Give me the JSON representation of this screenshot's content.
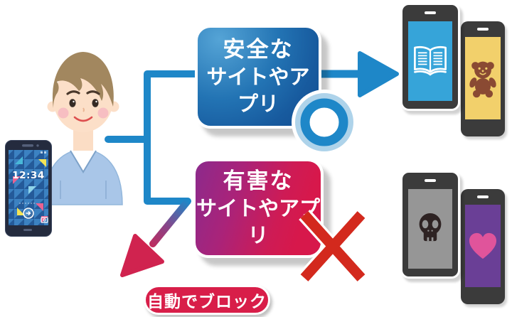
{
  "type": "filtering-flow-diagram",
  "person_phone": {
    "time": "12:34"
  },
  "safe_box": {
    "line1": "安全な",
    "line2": "サイトやアプリ"
  },
  "harmful_box": {
    "line1": "有害な",
    "line2": "サイトやアプリ"
  },
  "block_badge": {
    "label": "自動でブロック"
  },
  "marks": {
    "allow": "circle-ok",
    "block": "cross-ng"
  },
  "device_icons": {
    "safe_front": "open-book",
    "safe_back": "teddy-bear",
    "harmful_front": "skull",
    "harmful_back": "heart"
  },
  "colors": {
    "connector_blue": "#1e87c8",
    "safe_gradient_start": "#55a4d6",
    "safe_gradient_end": "#154f92",
    "harmful_gradient_start": "#8c2a8c",
    "harmful_gradient_end": "#d7184b",
    "down_arrow_end": "#d0234f",
    "cross_red": "#d3291d",
    "badge_red": "#d81e49",
    "ring_blue": "#1e87c8",
    "ring_halo": "#aed3ea",
    "phone_body": "#3b3b3b",
    "screen_safe_front": "#36a4d9",
    "screen_safe_back": "#f2d06b",
    "screen_harmful_front": "#969696",
    "screen_harmful_back": "#6a3f96"
  }
}
